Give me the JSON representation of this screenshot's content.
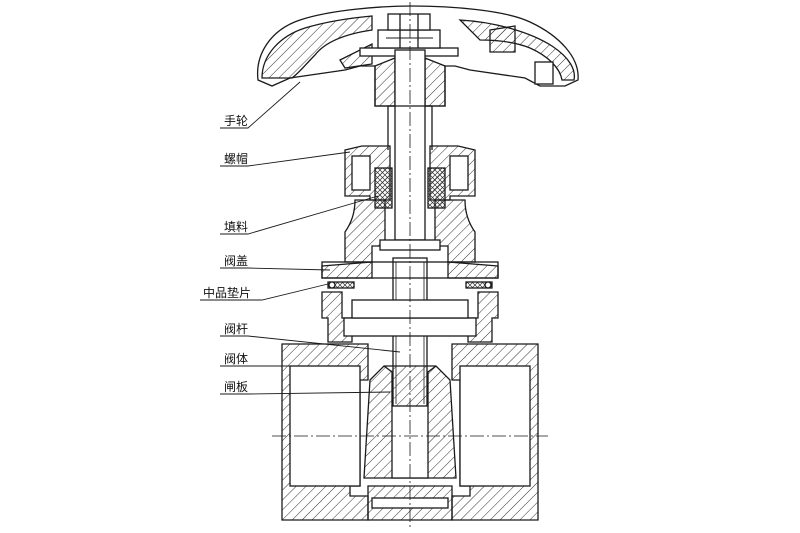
{
  "diagram": {
    "labels": {
      "handwheel": "手轮",
      "nut": "螺帽",
      "packing": "填料",
      "bonnet": "阀盖",
      "gasket": "中品垫片",
      "stem": "阀杆",
      "body": "阀体",
      "gate": "闸板"
    }
  },
  "colors": {
    "line": "#1a1a1a",
    "hatch": "#333333"
  }
}
